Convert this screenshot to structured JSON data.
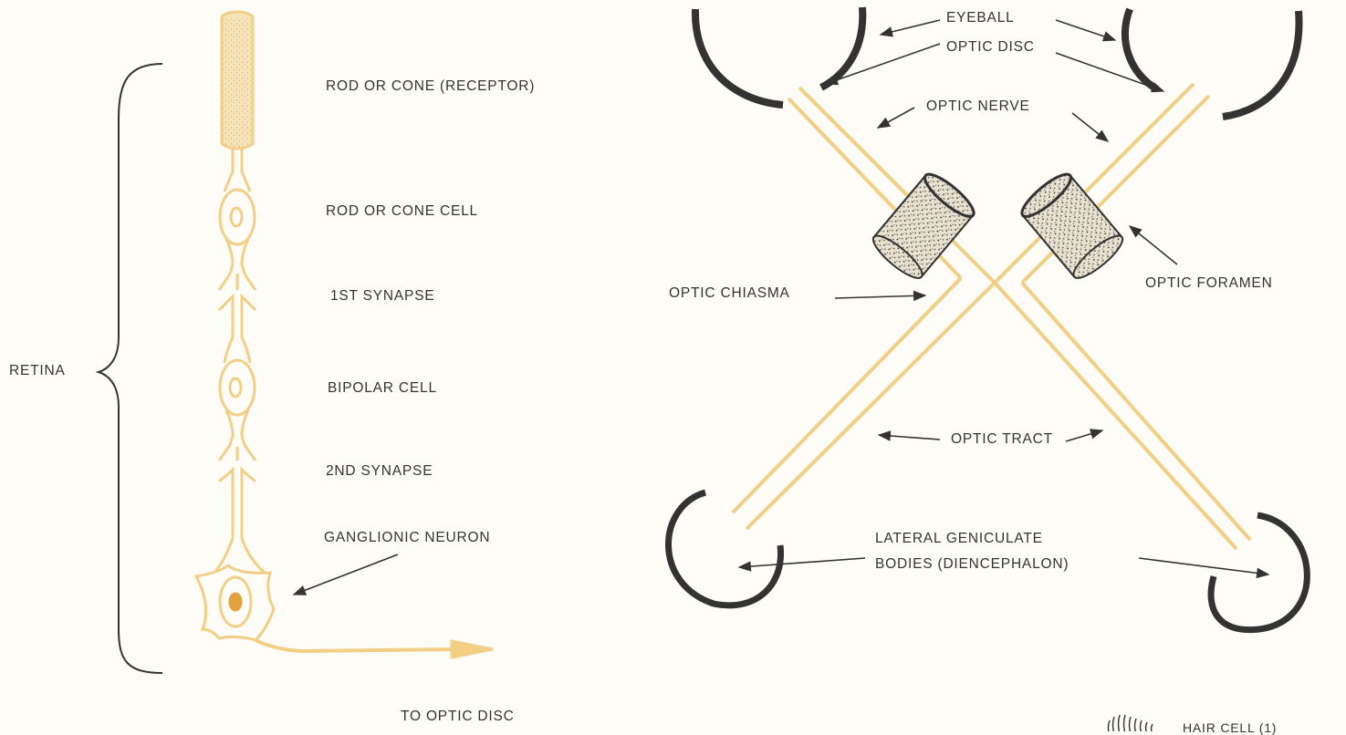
{
  "retina_panel": {
    "bracket_label": "RETINA",
    "labels": {
      "receptor": "ROD OR CONE (RECEPTOR)",
      "rod_cone_cell": "ROD OR CONE CELL",
      "first_synapse": "1ST SYNAPSE",
      "bipolar_cell": "BIPOLAR CELL",
      "second_synapse": "2ND SYNAPSE",
      "ganglionic_neuron": "GANGLIONIC NEURON",
      "to_optic_disc": "TO OPTIC DISC"
    }
  },
  "pathway_panel": {
    "labels": {
      "eyeball": "EYEBALL",
      "optic_disc": "OPTIC DISC",
      "optic_nerve": "OPTIC NERVE",
      "optic_chiasma": "OPTIC CHIASMA",
      "optic_foramen": "OPTIC FORAMEN",
      "optic_tract": "OPTIC TRACT",
      "lateral_geniculate_line1": "LATERAL GENICULATE",
      "lateral_geniculate_line2": "BODIES (DIENCEPHALON)"
    },
    "cropped_footer": "HAIR CELL (1)"
  },
  "colors": {
    "nerve": "#f3cf85",
    "receptor_fill": "#f6e3b8",
    "dark": "#333333",
    "background": "#fdfcf7"
  }
}
